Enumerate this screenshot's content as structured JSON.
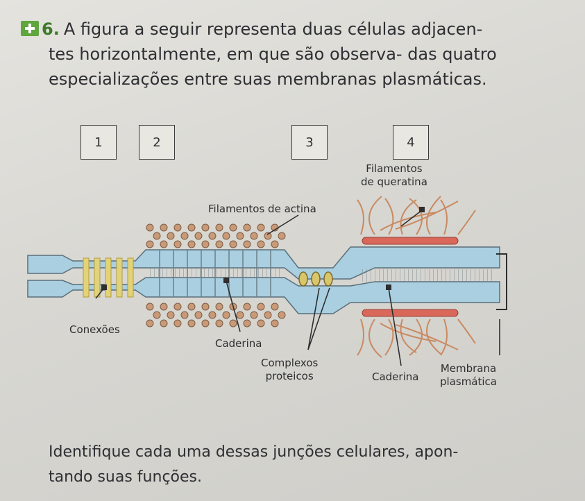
{
  "question": {
    "number": "6.",
    "icon": "plus-icon",
    "line1": "A figura a seguir representa duas células adjacen-",
    "line2": "tes horizontalmente, em que são observa- das quatro",
    "line3": "especializações entre suas membranas plasmáticas."
  },
  "figure": {
    "boxes": [
      "1",
      "2",
      "3",
      "4"
    ],
    "labels": {
      "keratin_line1": "Filamentos",
      "keratin_line2": "de queratina",
      "actin": "Filamentos de actina",
      "conexoes": "Conexões",
      "caderina_left": "Caderina",
      "complexos_line1": "Complexos",
      "complexos_line2": "proteicos",
      "caderina_right": "Caderina",
      "membrana_line1": "Membrana",
      "membrana_line2": "plasmática"
    },
    "colors": {
      "membrane": "#a9cfe0",
      "membrane_edge": "#5a6f7a",
      "actin_bead": "#c89a78",
      "keratin": "#c98a62",
      "plaque": "#d9685a",
      "connexon": "#e2d37a",
      "junction_complex": "#d9c66a"
    }
  },
  "prompt": {
    "line1": "Identifique cada uma dessas junções celulares, apon-",
    "line2": "tando suas funções."
  }
}
